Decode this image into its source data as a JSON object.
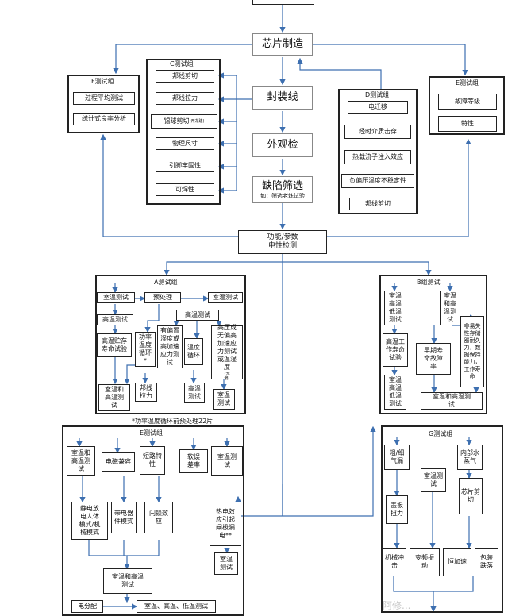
{
  "main": {
    "chip": "芯片制造",
    "package": "封装线",
    "visual": "外观检",
    "screen_title": "缺陷筛选",
    "screen_note": "如：筛选老炼试验",
    "func_test": "功能/参数\n电性检测"
  },
  "F": {
    "title": "F测试组",
    "items": [
      "过程平均测试",
      "统计式良率分析"
    ]
  },
  "C": {
    "title": "C测试组",
    "items": [
      "邦线剪切",
      "邦线拉力",
      "锡球剪切",
      "物理尺寸",
      "引脚牢固性",
      "可焊性"
    ],
    "note": "(开龙建)"
  },
  "D": {
    "title": "D测试组",
    "items": [
      "电迁移",
      "经时介质击穿",
      "热载流子注入效应",
      "负偏压温度不稳定性",
      "邦线剪切"
    ]
  },
  "E_top": {
    "title": "E测试组",
    "items": [
      "故障等级",
      "特性"
    ]
  },
  "A": {
    "title": "A测试组",
    "room1": "室温测试",
    "pre": "预处理",
    "room2": "室温测试",
    "high1": "高温测试",
    "high2": "高温测试",
    "storage": "高温贮存\n寿命试验",
    "power": "功率\n温度\n循环",
    "power_mark": "*",
    "bias": "有偏置\n湿度或\n高加速\n应力测\n试",
    "cycle": "温度\n循环",
    "pressure": "高压或\n无偏高\n加速应\n力测试\n或温湿\n度",
    "pressure_note": "(无\n偏)",
    "bond": "邦线\n拉力",
    "roomhigh": "室温和\n高温测\n试",
    "high3": "高温\n测试",
    "room3": "室温\n测试",
    "footnote": "*功率温度循环前预处理22片"
  },
  "B": {
    "title": "B组测试",
    "c1": "室温\n高温\n低温\n测试",
    "c1b": "高温工\n作寿命\n试验",
    "c1c": "室温\n高温\n低温\n测试",
    "c2": "室温\n和高\n温测\n试",
    "c2b": "早期寿\n命故障\n率",
    "c3": "非易失\n性存储\n器耐久\n力，数\n据保持\n能力，\n工作寿\n命",
    "bottom": "室温和高温测\n试"
  },
  "E": {
    "title": "E测试组",
    "r1": "室温和\n高温测\n试",
    "emc": "电磁兼容",
    "short": "短路特\n性",
    "soft": "软误\n差率",
    "room": "室温测\n试",
    "esd": "静电放\n电人体\n模式/机\n械模式",
    "cdm": "带电器\n件模式",
    "latch": "闩锁效\n应",
    "hot": "热电效\n应引起\n闸极漏\n电**",
    "hot_room": "室温\n测试",
    "rh": "室温和高温\n测试",
    "dist": "电分配",
    "rhl": "室温、高温、低温测试"
  },
  "G": {
    "title": "G测试组",
    "leak": "粗/细\n气漏",
    "room": "室温测\n试",
    "vapor": "内部水\n蒸气",
    "lid": "盖板\n扭力",
    "die": "芯片剪\n切",
    "shock": "机械冲\n击",
    "vib": "变频振\n动",
    "acc": "恒加速",
    "drop": "包装\n跌落"
  },
  "watermark": "阿修..."
}
